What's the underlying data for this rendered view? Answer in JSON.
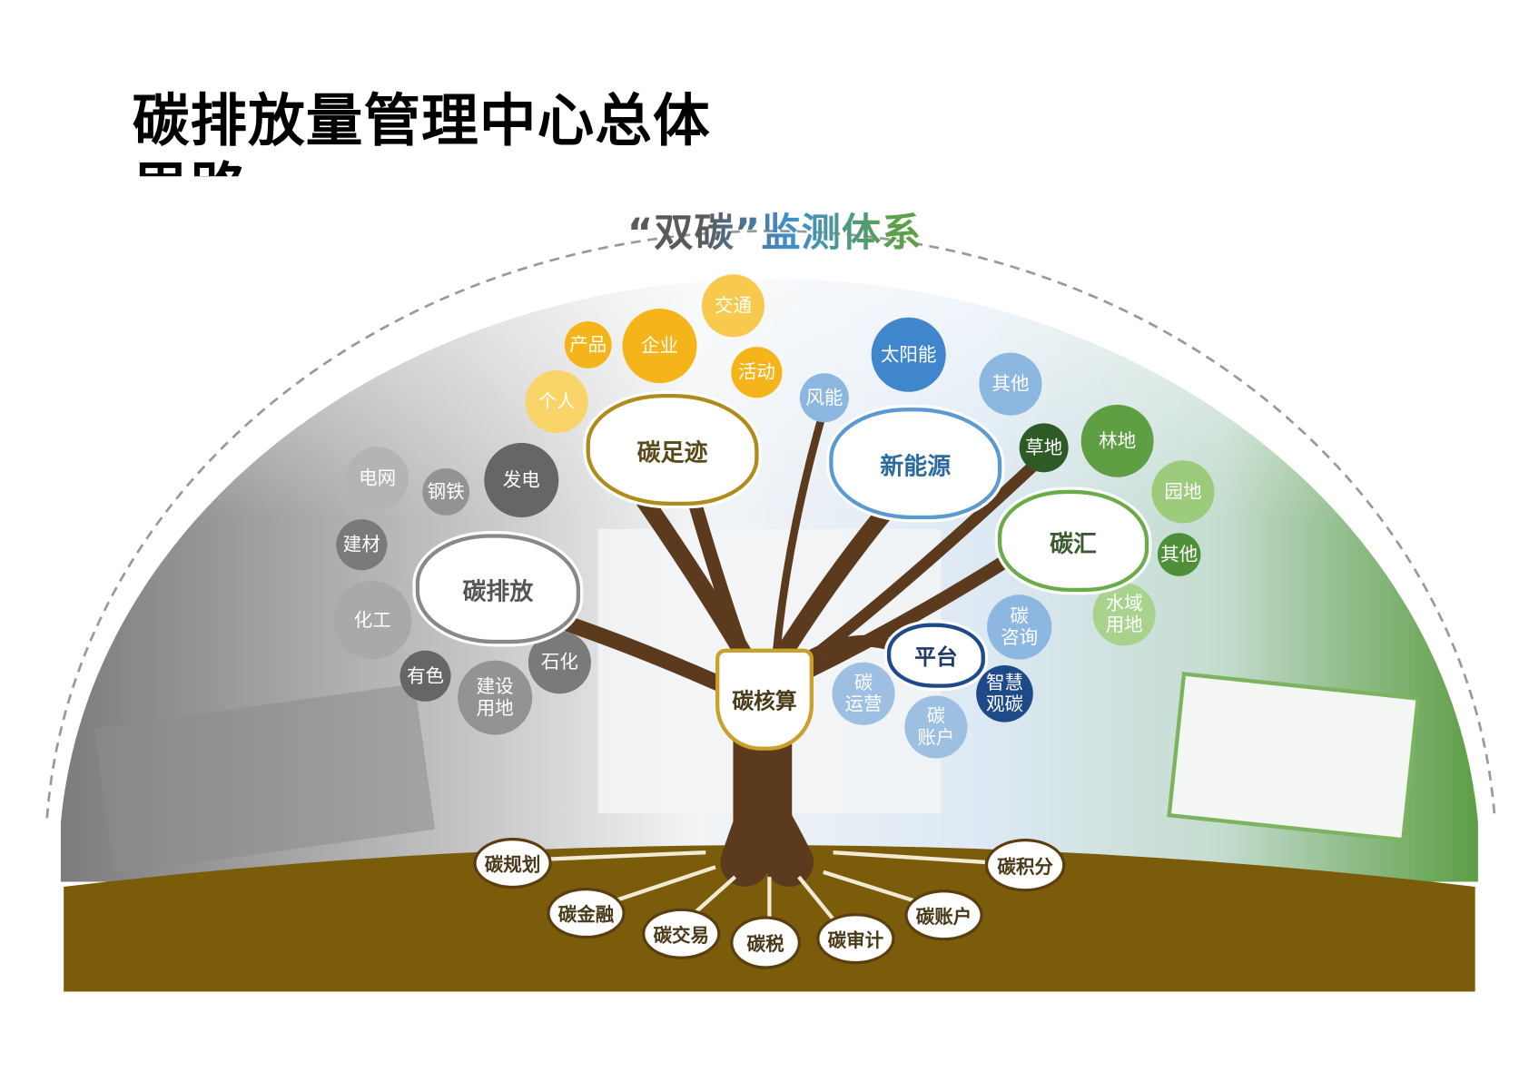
{
  "title": "碳排放量管理中心总体思路",
  "headline": "“双碳”监测体系",
  "colors": {
    "ground": "#7a5c0a",
    "trunk": "#5b3a1d",
    "footprint": "#f4b41a",
    "energy": "#3f86cc",
    "sink": "#5f9f43",
    "emission": "#8a8a8a",
    "platform": "#1f4a8a"
  },
  "center": "碳核算",
  "clouds": {
    "footprint": {
      "label": "碳足迹",
      "items": [
        "交通",
        "产品",
        "企业",
        "活动",
        "个人"
      ]
    },
    "energy": {
      "label": "新能源",
      "items": [
        "太阳能",
        "风能",
        "其他"
      ]
    },
    "sink": {
      "label": "碳汇",
      "items": [
        "草地",
        "林地",
        "园地",
        "其他",
        "水域\n用地"
      ]
    },
    "emission": {
      "label": "碳排放",
      "items": [
        "电网",
        "钢铁",
        "发电",
        "建材",
        "化工",
        "有色",
        "建设\n用地",
        "石化"
      ]
    },
    "platform": {
      "label": "平台",
      "items": [
        "碳\n咨询",
        "智慧\n观碳",
        "碳\n运营",
        "碳\n账户"
      ]
    }
  },
  "roots": [
    "碳规划",
    "碳金融",
    "碳交易",
    "碳税",
    "碳审计",
    "碳账户",
    "碳积分"
  ]
}
